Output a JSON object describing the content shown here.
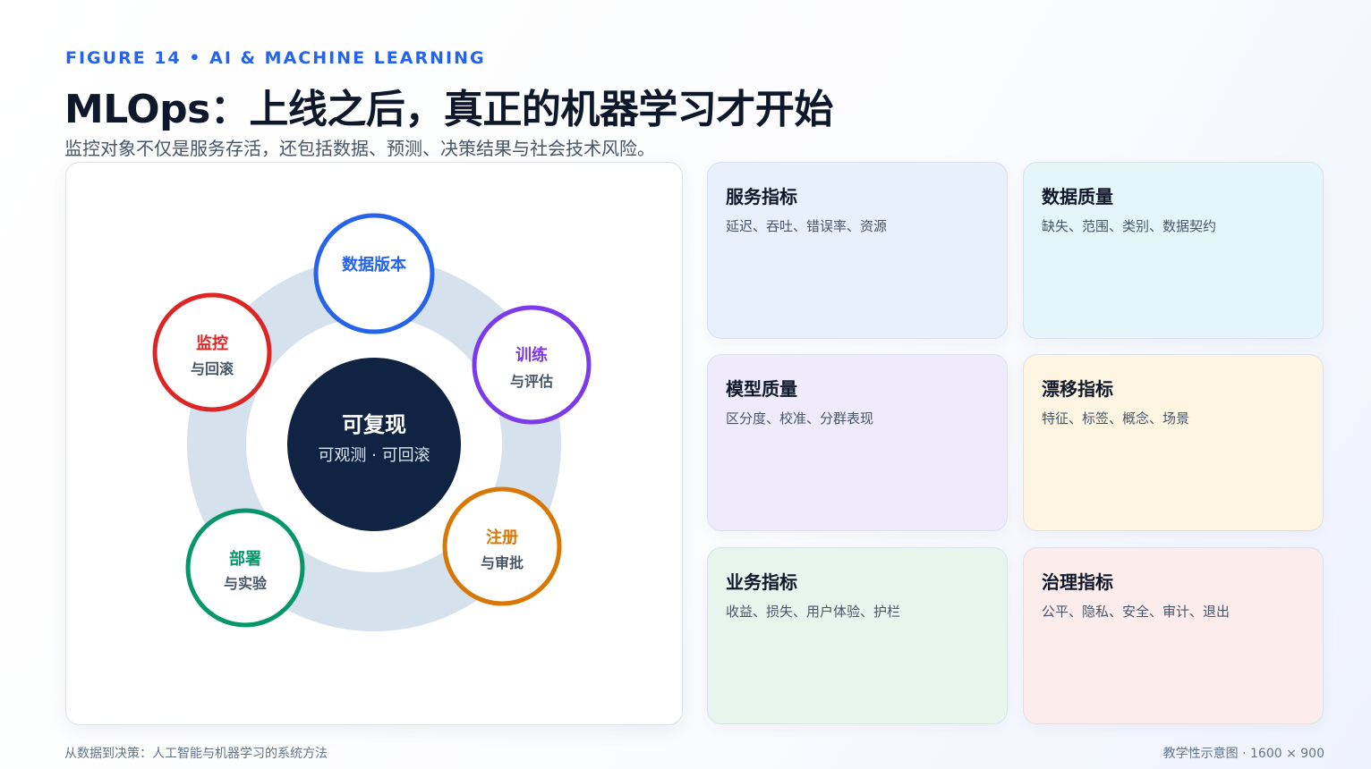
{
  "header": {
    "kicker": "FIGURE 14 • AI & MACHINE LEARNING",
    "title": "MLOps：上线之后，真正的机器学习才开始",
    "subtitle": "监控对象不仅是服务存活，还包括数据、预测、决策结果与社会技术风险。"
  },
  "diagram": {
    "center": {
      "title": "可复现",
      "subtitle": "可观测 · 可回滚"
    },
    "nodes": [
      {
        "id": "data",
        "line1": "数据版本",
        "line2": "",
        "color": "#2563eb"
      },
      {
        "id": "train",
        "line1": "训练",
        "line2": "与评估",
        "color": "#7c3aed"
      },
      {
        "id": "register",
        "line1": "注册",
        "line2": "与审批",
        "color": "#d97706"
      },
      {
        "id": "deploy",
        "line1": "部署",
        "line2": "与实验",
        "color": "#059669"
      },
      {
        "id": "monitor",
        "line1": "监控",
        "line2": "与回滚",
        "color": "#dc2626"
      }
    ]
  },
  "metrics": [
    {
      "title": "服务指标",
      "desc": "延迟、吞吐、错误率、资源",
      "bg": "#e8effd"
    },
    {
      "title": "数据质量",
      "desc": "缺失、范围、类别、数据契约",
      "bg": "#e5f6fb"
    },
    {
      "title": "模型质量",
      "desc": "区分度、校准、分群表现",
      "bg": "#efebfd"
    },
    {
      "title": "漂移指标",
      "desc": "特征、标签、概念、场景",
      "bg": "#fdf4e1"
    },
    {
      "title": "业务指标",
      "desc": "收益、损失、用户体验、护栏",
      "bg": "#e6f6ec"
    },
    {
      "title": "治理指标",
      "desc": "公平、隐私、安全、审计、退出",
      "bg": "#fdecec"
    }
  ],
  "footer": {
    "left": "从数据到决策：人工智能与机器学习的系统方法",
    "right": "教学性示意图 · 1600 × 900"
  }
}
